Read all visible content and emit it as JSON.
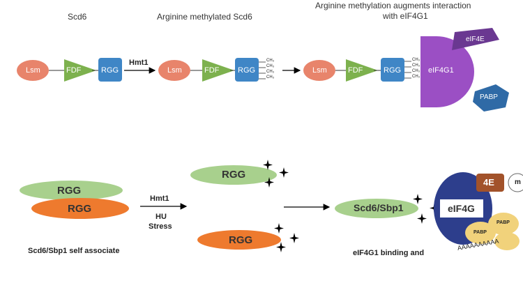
{
  "top": {
    "stage1_title": "Scd6",
    "stage2_title": "Arginine methylated Scd6",
    "stage3_title_line1": "Arginine methylation augments interaction",
    "stage3_title_line2": "with eIF4G1",
    "domain_lsm": "Lsm",
    "domain_fdf": "FDF",
    "domain_rgg": "RGG",
    "enzyme": "Hmt1",
    "methyl": "CH₃",
    "eif4g1": "eIF4G1",
    "eif4e": "eIF4E",
    "pabp": "PABP"
  },
  "bottom": {
    "rgg": "RGG",
    "enzyme": "Hmt1",
    "hu": "HU",
    "stress": "Stress",
    "self_associate": "Scd6/Sbp1 self associate",
    "complex_label": "Scd6/Sbp1",
    "eif4g": "eIF4G",
    "e4": "4E",
    "m": "m",
    "pabp": "PABP",
    "pabp2": "PABP",
    "binding_caption": "eIF4G1 binding and",
    "polya": "AAAAAAAAAA"
  },
  "colors": {
    "lsm": "#e8846b",
    "fdf": "#7db14e",
    "rgg": "#3f86c6",
    "eif4g1": "#9b4fc4",
    "eif4e": "#6a3891",
    "pabp": "#2f6aa6",
    "rgg_green": "#a8d08d",
    "rgg_orange": "#ee7a2e",
    "eif4g_navy": "#2d3e8c",
    "e4_brown": "#a2522a",
    "pabp_yellow": "#f1d27b"
  }
}
